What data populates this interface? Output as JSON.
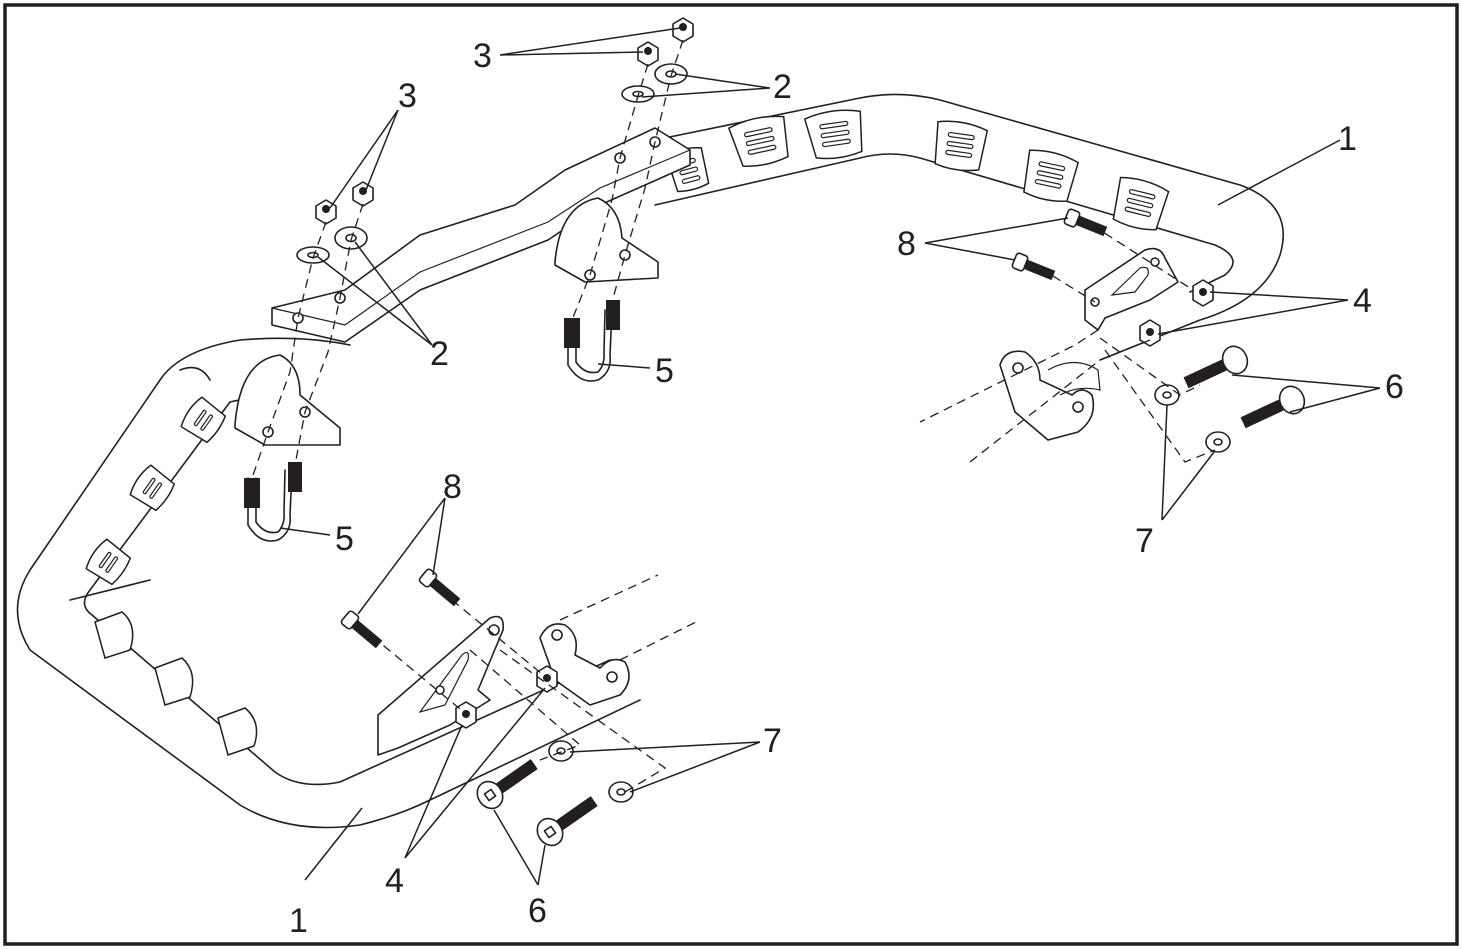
{
  "callouts": {
    "c1a": "1",
    "c1b": "1",
    "c2a": "2",
    "c2b": "2",
    "c3a": "3",
    "c3b": "3",
    "c4a": "4",
    "c4b": "4",
    "c5a": "5",
    "c5b": "5",
    "c6a": "6",
    "c6b": "6",
    "c7a": "7",
    "c7b": "7",
    "c8a": "8",
    "c8b": "8"
  },
  "colors": {
    "line": "#231f20",
    "background": "#ffffff",
    "frame": "#231f20"
  }
}
